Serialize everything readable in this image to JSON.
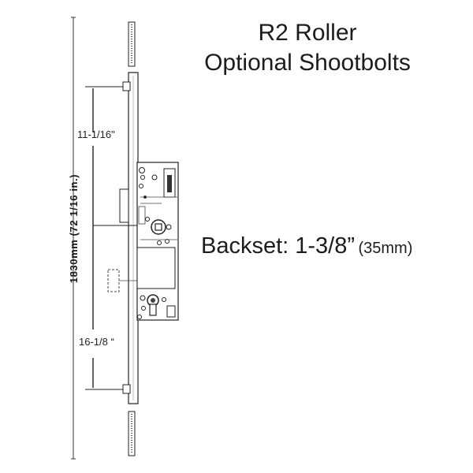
{
  "title": {
    "line1": "R2 Roller",
    "line2": "Optional Shootbolts"
  },
  "dimensions": {
    "total_length": "1830mm (72 1/16 in.)",
    "upper_offset": "11-1/16\"",
    "lower_offset": "16-1/8 “"
  },
  "backset": {
    "label": "Backset: 1-3/8”",
    "metric": "(35mm)"
  },
  "colors": {
    "line": "#1a1a1a",
    "background": "#ffffff"
  }
}
